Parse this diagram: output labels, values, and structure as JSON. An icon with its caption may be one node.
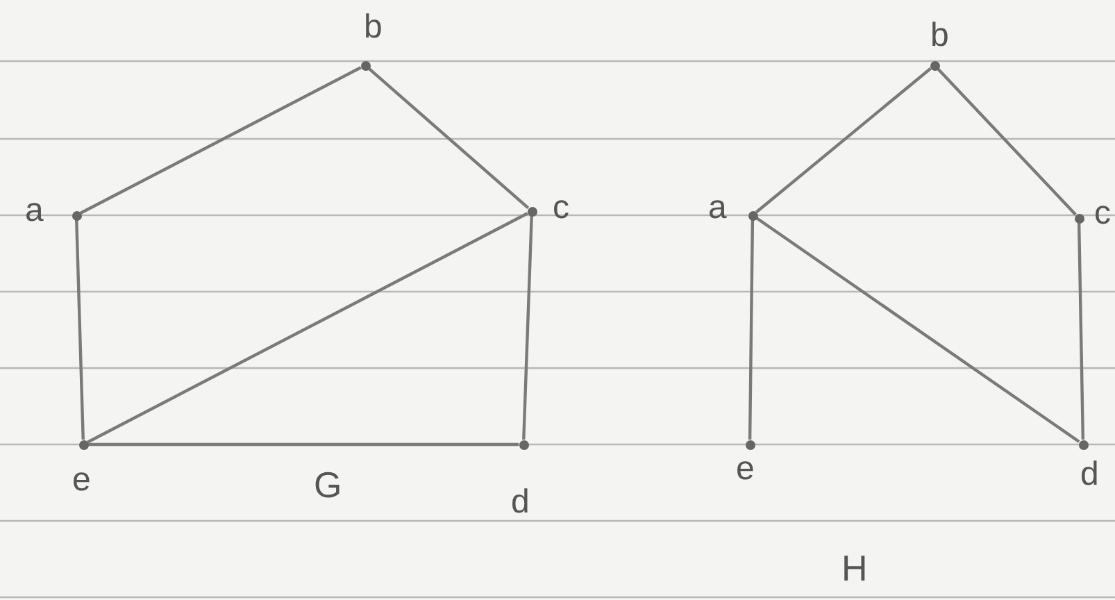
{
  "diagram": {
    "nodes": [
      {
        "text": [],
        "shape": "circle",
        "beside": [
          "a"
        ]
      },
      {
        "text": [],
        "shape": "circle",
        "beside": [
          "b"
        ]
      },
      {
        "text": [],
        "shape": "circle",
        "beside": [
          "c"
        ]
      },
      {
        "text": [],
        "shape": "circle",
        "beside": [
          "d"
        ]
      },
      {
        "text": [],
        "shape": "circle",
        "beside": [
          "e"
        ]
      },
      {
        "text": [],
        "shape": "circle",
        "beside": [
          "a"
        ]
      },
      {
        "text": [],
        "shape": "circle",
        "beside": [
          "b"
        ]
      },
      {
        "text": [],
        "shape": "circle",
        "beside": [
          "c"
        ]
      },
      {
        "text": [],
        "shape": "circle",
        "beside": [
          "d"
        ]
      },
      {
        "text": [],
        "shape": "circle",
        "beside": [
          "e"
        ]
      }
    ],
    "edges": [
      {
        "from": 0,
        "to": 1,
        "arrow": "none"
      },
      {
        "from": 1,
        "to": 2,
        "arrow": "none"
      },
      {
        "from": 2,
        "to": 3,
        "arrow": "none"
      },
      {
        "from": 3,
        "to": 4,
        "arrow": "none"
      },
      {
        "from": 4,
        "to": 0,
        "arrow": "none"
      },
      {
        "from": 4,
        "to": 2,
        "arrow": "none"
      },
      {
        "from": 5,
        "to": 6,
        "arrow": "none"
      },
      {
        "from": 6,
        "to": 7,
        "arrow": "none"
      },
      {
        "from": 7,
        "to": 8,
        "arrow": "none"
      },
      {
        "from": 5,
        "to": 8,
        "arrow": "none"
      },
      {
        "from": 5,
        "to": 9,
        "arrow": "none"
      }
    ],
    "labels": [
      "G",
      "H"
    ]
  }
}
